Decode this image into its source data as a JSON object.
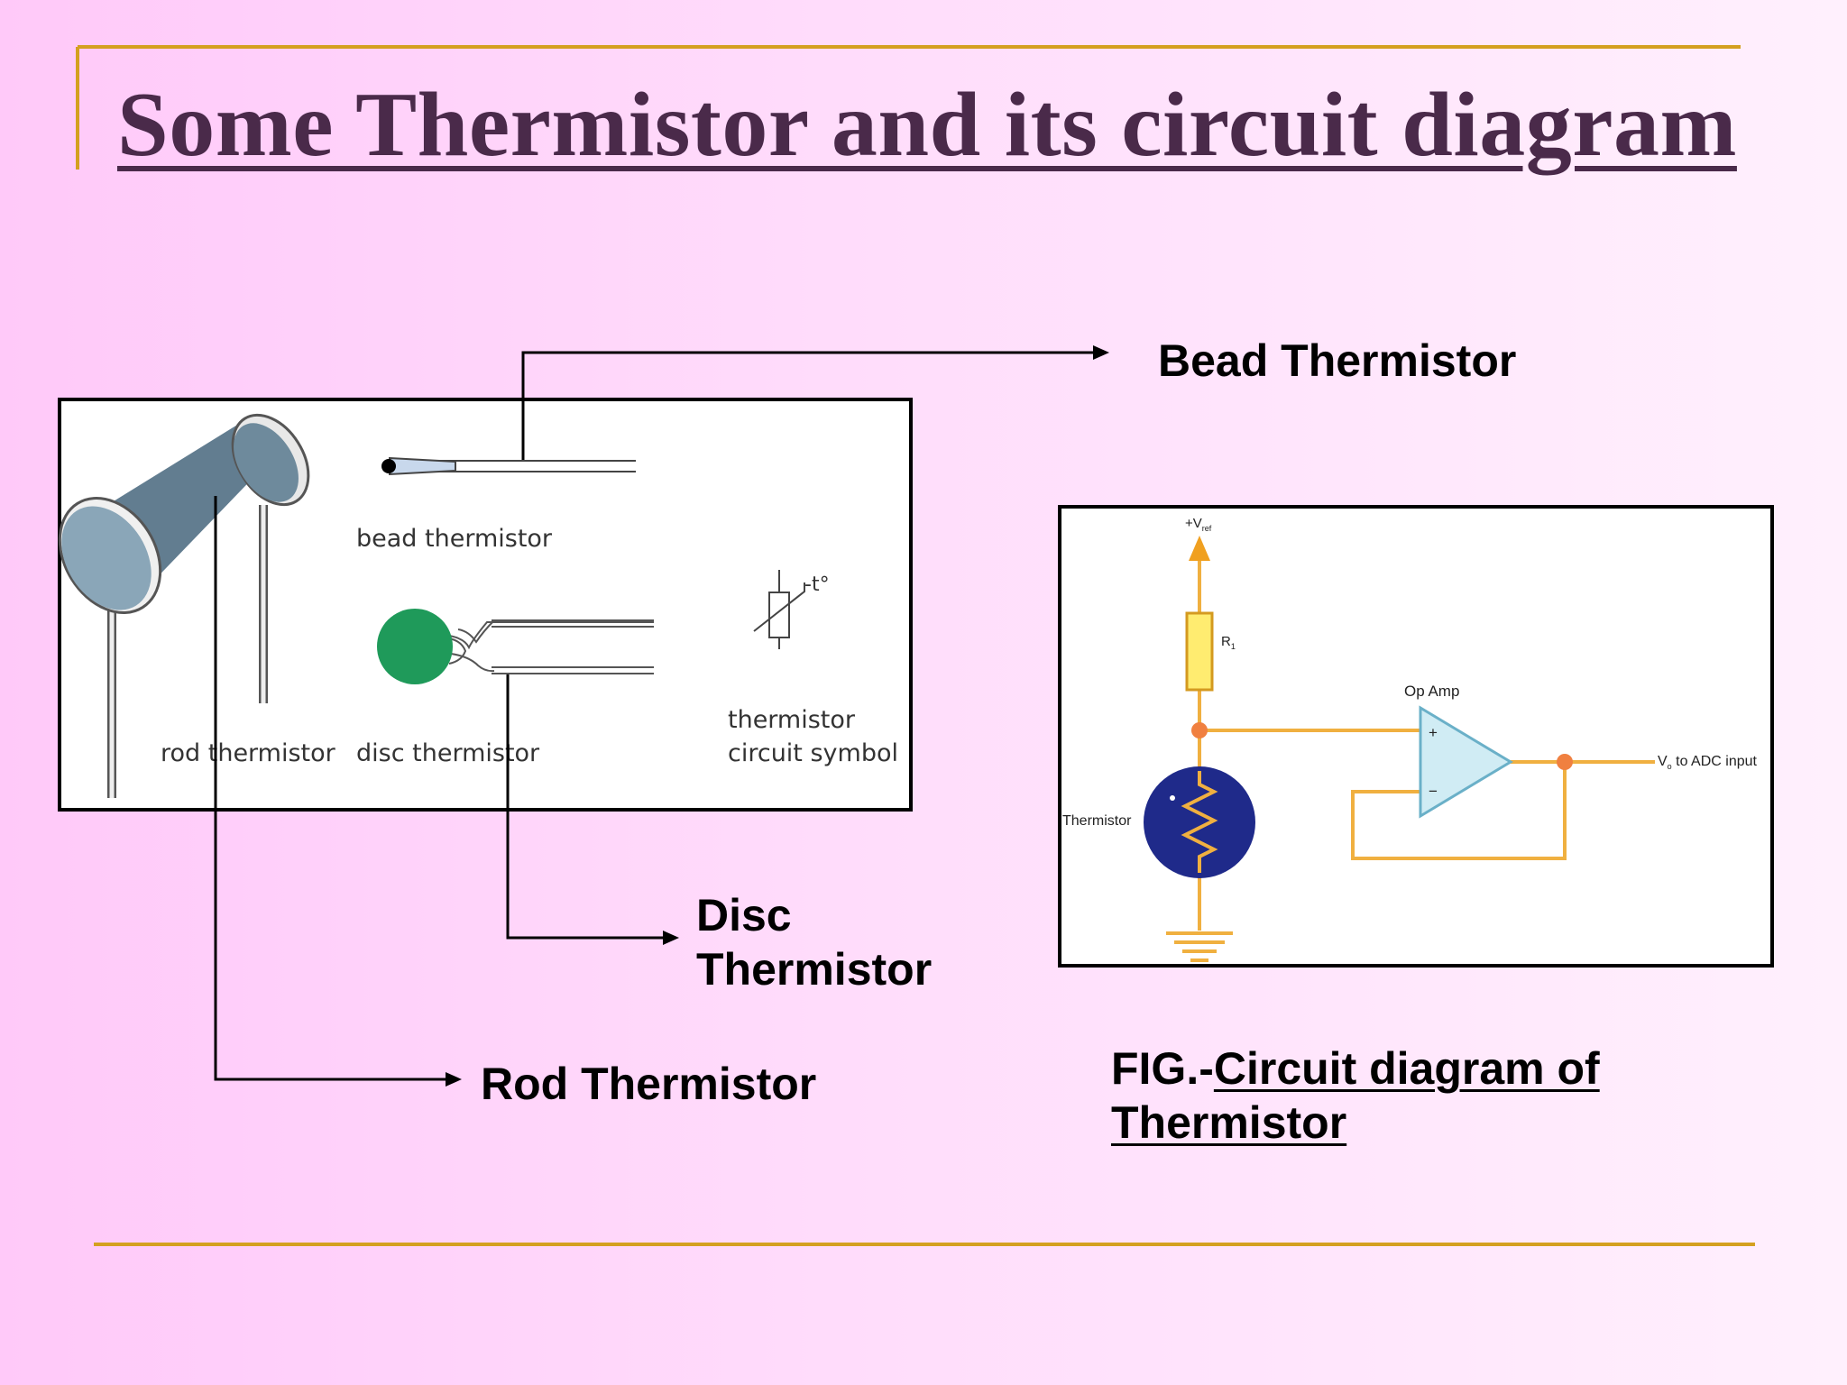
{
  "title": "Some Thermistor and its circuit diagram",
  "photo": {
    "bead_label": "bead thermistor",
    "rod_label": "rod thermistor",
    "disc_label": "disc thermistor",
    "symbol_label_line1": "thermistor",
    "symbol_label_line2": "circuit symbol",
    "symbol_temp_label": "-t°"
  },
  "callouts": {
    "bead": "Bead Thermistor",
    "disc_line1": "Disc",
    "disc_line2": "Thermistor",
    "rod": "Rod Thermistor"
  },
  "circuit": {
    "vref_label": "+V",
    "vref_sub": "ref",
    "resistor_label": "R",
    "resistor_sub": "1",
    "opamp_label": "Op Amp",
    "plus": "+",
    "minus": "−",
    "thermistor_label": "Thermistor",
    "output_label": "V",
    "output_sub": "o",
    "output_rest": " to ADC input"
  },
  "caption": {
    "prefix": "FIG.-",
    "underlined_line1": "Circuit diagram of",
    "underlined_line2": "Thermistor"
  },
  "colors": {
    "accent_line": "#d4a020",
    "title": "#4a2a4a",
    "wire": "#f0b040",
    "disc_green": "#1f9a5a",
    "rod_body": "#6e8a9c",
    "thermistor_blue": "#1f2a8a"
  }
}
